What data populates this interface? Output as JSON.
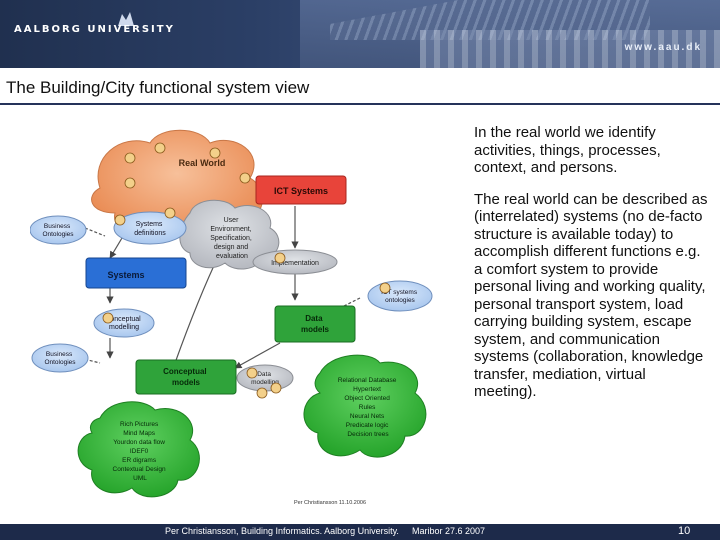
{
  "header": {
    "logo_text": "AALBORG UNIVERSITY",
    "url_text": "www.aau.dk"
  },
  "slide": {
    "title": "The Building/City functional system view",
    "paragraph1": "In the real world we identify activities, things, processes, context, and persons.",
    "paragraph2": "The real world can be described as (interrelated) systems (no de-facto structure is available today) to accomplish different functions e.g. a comfort system to provide personal living and working quality, personal transport system, load carrying building system, escape system, and communication systems (collaboration, knowledge transfer, mediation, virtual meeting)."
  },
  "diagram": {
    "real_world": "Real World",
    "ict_systems": "ICT Systems",
    "user_env": [
      "User",
      "Environment,",
      "Specification,",
      "design and",
      "evaluation"
    ],
    "business_ontologies_1": [
      "Business",
      "Ontologies"
    ],
    "systems_definitions": [
      "Systems",
      "definitions"
    ],
    "systems": "Systems",
    "implementation": "Implementation",
    "ict_systems_ontologies": [
      "ICT systems",
      "ontologies"
    ],
    "conceptual_modelling": [
      "Conceptual",
      "modelling"
    ],
    "data_models": [
      "Data",
      "models"
    ],
    "business_ontologies_2": [
      "Business",
      "Ontologies"
    ],
    "conceptual_models": [
      "Conceptual",
      "models"
    ],
    "data_modelling": [
      "Data",
      "modelling"
    ],
    "data_list": [
      "Relational Database",
      "Hypertext",
      "Object Oriented",
      "Rules",
      "Neural Nets",
      "Predicate logic",
      "Decision trees"
    ],
    "conceptual_list": [
      "Rich Pictures",
      "Mind Maps",
      "Yourdon data flow",
      "IDEF0",
      "ER digrams",
      "Contextual Design",
      "UML"
    ],
    "signature": "Per Christiansson 11.10.2006"
  },
  "footer": {
    "credit": "Per Christiansson, Building Informatics. Aalborg University.",
    "event": "Maribor 27.6 2007",
    "page": "10"
  },
  "colors": {
    "banner": "#25325a",
    "orange_cloud": "#f0a574",
    "grey_cloud": "#c9ccd2",
    "blue_box": "#2a6fd6",
    "green_box": "#2fa33a",
    "green_cloud": "#38b83a",
    "red_box": "#e8443a"
  }
}
